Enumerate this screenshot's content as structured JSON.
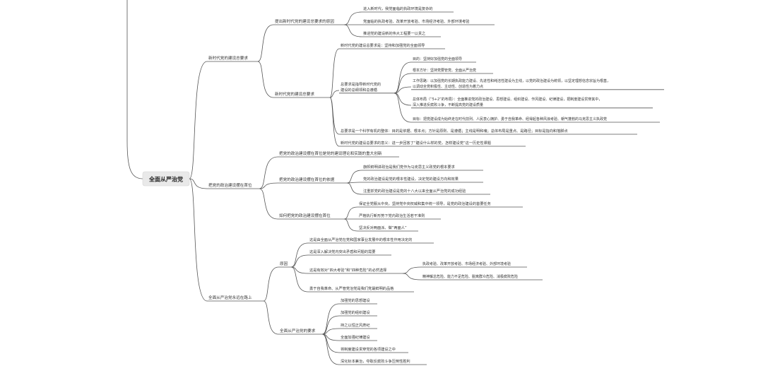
{
  "root": {
    "label": "全面从严治党"
  },
  "sections": [
    {
      "label": "新时代党的建设总要求",
      "children": [
        {
          "label": "提出新时代党的建设总要求的原因",
          "children": [
            {
              "label": "进入新时代，我党面临的执政环境是复杂的"
            },
            {
              "label": "党面临的执政考验、改革开放考验、市场经济考验、外部环境考验"
            },
            {
              "label": "推进党的建设新的伟大工程要一以贯之"
            }
          ]
        },
        {
          "label": "新时代党的建设总要求",
          "children": [
            {
              "label": "新时代党的建设总要求是：坚持和加强党的全面领导"
            },
            {
              "label": "总要求是指导新时代党的建设的总纲领和总遵循",
              "label_lines": [
                "总要求是指导新时代党的",
                "建设的总纲领和总遵循"
              ],
              "children": [
                {
                  "label": "目的：坚持好加强党的全面领导"
                },
                {
                  "label": "根本方针：坚持党要管党、全面从严治党"
                },
                {
                  "label": "工作思路：以加强党的长期执政能力建设、先进性和纯洁性建设为主线，以党的政治建设为统领，以坚定理想信念宗旨为根基，以调动全党积极性、主动性、创造性为着力点",
                  "label_lines": [
                    "工作思路：以加强党的长期执政能力建设、先进性和纯洁性建设为主线，以党的政治建设为统领，以坚定理想信念宗旨为根基，",
                    "以调动全党积极性、主动性、创造性为着力点"
                  ]
                },
                {
                  "label": "总体布局（“5+2”的布局）：全面推进党的政治建设、思想建设、组织建设、作风建设、纪律建设，把制度建设贯穿其中，深入推进反腐败斗争，不断提高党的建设质量",
                  "label_lines": [
                    "总体布局（“5+2”的布局）：全面推进党的政治建设、思想建设、组织建设、作风建设、纪律建设，把制度建设贯穿其中，",
                    "深入推进反腐败斗争，不断提高党的建设质量"
                  ]
                },
                {
                  "label": "目标：把党建设成为始终走在时代前列、人民衷心拥护、勇于自我革命、经得起各种风浪考验、朝气蓬勃的马克思主义执政党"
                }
              ]
            },
            {
              "label": "总要求是一个科学有机的整体：目的是依据、根本点；方针是原则、是遵循；主线是明和魂；总体布局是重点、是路径；目标是指向和落脚点"
            },
            {
              "label": "新时代党的建设总要求的意义：进一步回答了“建设什么样的党，怎样建设党”这一历史性课题"
            }
          ]
        }
      ]
    },
    {
      "label": "把党的政治建设摆在首位",
      "children": [
        {
          "label": "把党的政治建设摆在首位是党的建设理论和实践的重大创新"
        },
        {
          "label": "把党的政治建设摆在首位的依据",
          "children": [
            {
              "label": "旗帜鲜明讲政治是我们党作为马克思主义政党的根本要求"
            },
            {
              "label": "党的政治建设是党的根本性建设，决定党的建设方向和效果"
            },
            {
              "label": "注重抓党的政治建设是党的十八大以来全面从严治党的成功经验"
            }
          ]
        },
        {
          "label": "如何把党的政治建设摆在首位",
          "children": [
            {
              "label": "保证全党服从中央，坚持党中央权威和集中统一领导，是党的政治建设的首要任务"
            },
            {
              "label": "严格执行新形势下党内政治生活若干准则"
            },
            {
              "label": "坚决反对两面派、做“两面人”"
            }
          ]
        }
      ]
    },
    {
      "label": "全面从严治党永远在路上",
      "children": [
        {
          "label": "原因",
          "children": [
            {
              "label": "这是由全面从严治党在党和国家事业发展中的根本性作用决定的"
            },
            {
              "label": "这是深入解决党内突出矛盾和问题的需要"
            },
            {
              "label": "这是有效对“四大考验”和“四种危险”的必然选择",
              "children": [
                {
                  "label": "执政考验、改革开放考验、市场经济考验、外部环境考验"
                },
                {
                  "label": "精神懈怠危险、能力不足危险、脱离群众危险、消极腐败危险"
                }
              ]
            },
            {
              "label": "勇于自我革命、从严管党治党是我们党最鲜明的品格"
            }
          ]
        },
        {
          "label": "全面从严治党的要求",
          "children": [
            {
              "label": "加强党的思想建设"
            },
            {
              "label": "加强党的组织建设"
            },
            {
              "label": "持之以恒正风肃纪"
            },
            {
              "label": "全面加强纪律建设"
            },
            {
              "label": "将制度建设贯穿党的各项建设之中"
            },
            {
              "label": "深化标本兼治，夺取反腐败斗争压倒性胜利"
            }
          ]
        }
      ]
    }
  ]
}
